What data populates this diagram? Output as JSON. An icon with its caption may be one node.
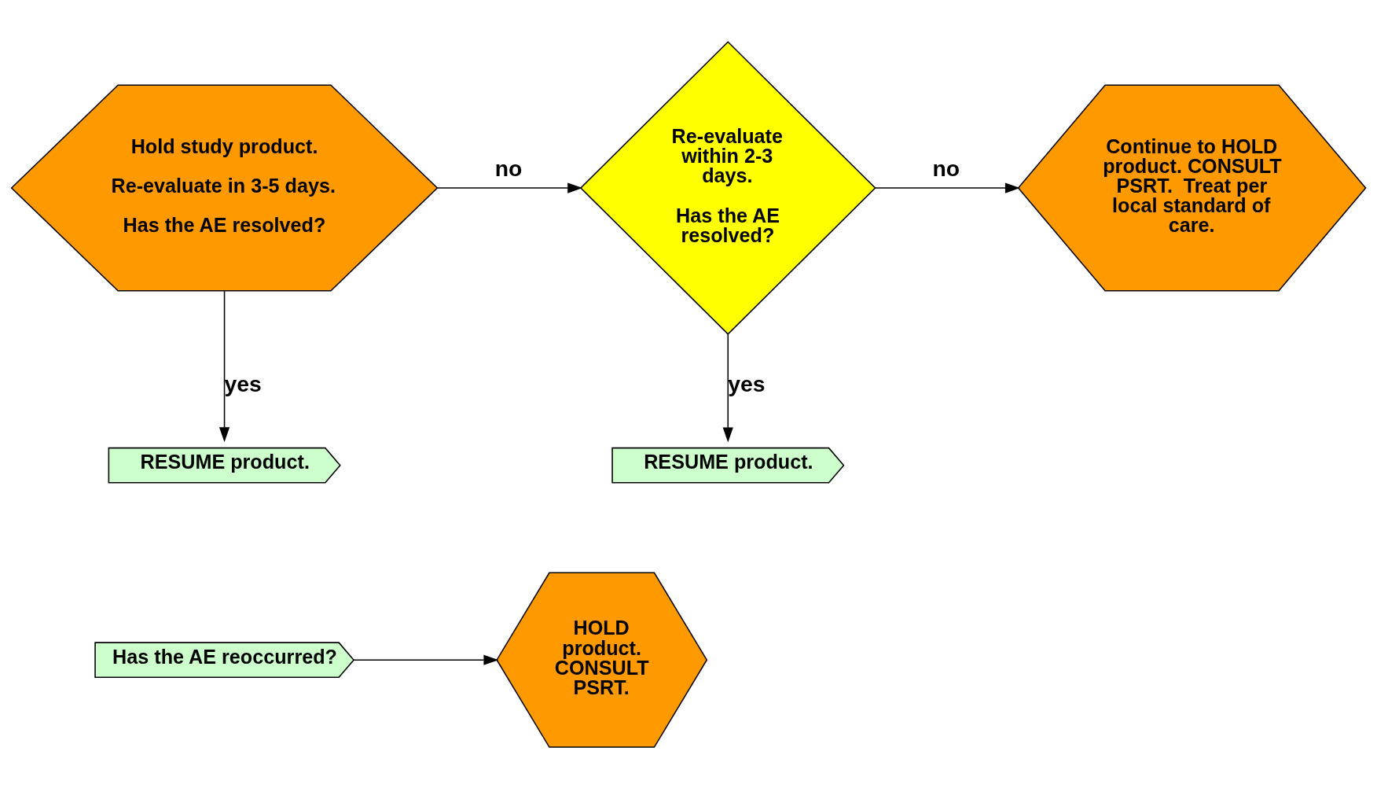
{
  "diagram": {
    "nodes": [
      {
        "text": [
          "Hold study product.",
          "Re-evaluate in 3-5 days.",
          "Has the AE resolved?"
        ]
      },
      {
        "text": [
          "Re-evaluate within 2-3 days.",
          "Has the AE resolved?"
        ]
      },
      {
        "text": [
          "Continue to HOLD product. CONSULT PSRT.  Treat per local standard of care."
        ]
      },
      {
        "text": [
          "RESUME product."
        ]
      },
      {
        "text": [
          "RESUME product."
        ]
      },
      {
        "text": [
          "Has the AE reoccurred?"
        ]
      },
      {
        "text": [
          "HOLD product. CONSULT PSRT."
        ]
      }
    ],
    "edges": [
      {
        "from": 0,
        "to": 1,
        "arrow": "to",
        "label": "no"
      },
      {
        "from": 1,
        "to": 2,
        "arrow": "to",
        "label": "no"
      },
      {
        "from": 1,
        "to": 3,
        "arrow": "to",
        "label": "yes"
      },
      {
        "from": 0,
        "to": 4,
        "arrow": "to",
        "label": "yes"
      },
      {
        "from": 5,
        "to": 6,
        "arrow": "to"
      }
    ]
  }
}
